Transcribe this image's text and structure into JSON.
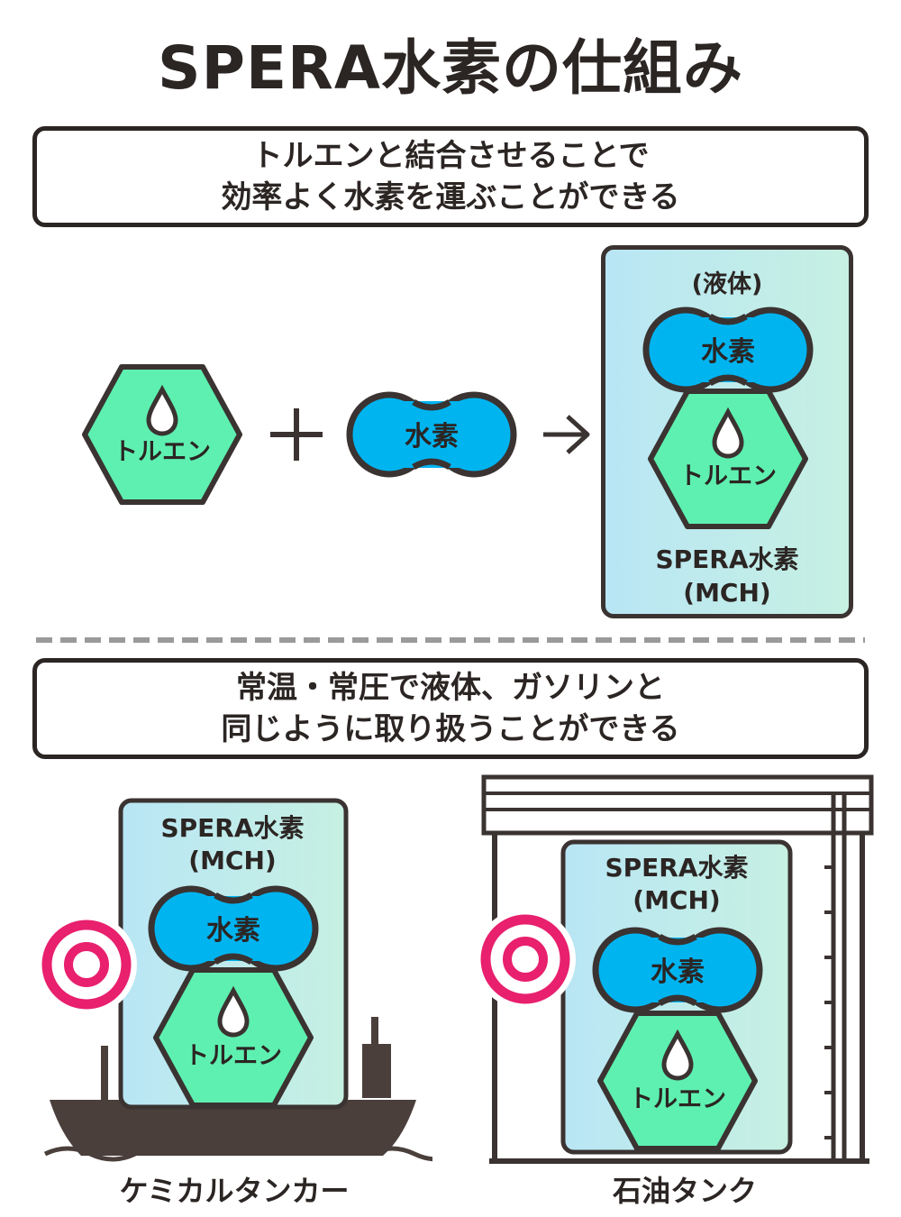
{
  "title": "SPERA水素の仕組み",
  "section1": {
    "heading_line1": "トルエンと結合させることで",
    "heading_line2": "効率よく水素を運ぶことができる",
    "toluene_label": "トルエン",
    "hydrogen_label": "水素",
    "liquid_label": "(液体)",
    "mch_name": "SPERA水素",
    "mch_abbr": "(MCH)"
  },
  "section2": {
    "heading_line1": "常温・常圧で液体、ガソリンと",
    "heading_line2": "同じように取り扱うことができる",
    "tanker_label": "ケミカルタンカー",
    "tank_label": "石油タンク",
    "mch_name": "SPERA水素",
    "mch_abbr": "(MCH)",
    "hydrogen_label": "水素",
    "toluene_label": "トルエン"
  },
  "colors": {
    "hydrogen": "#00b4f0",
    "toluene": "#5ef0b0",
    "outline": "#3a3331",
    "target": "#e8206e",
    "dashes": "#9a9a9a"
  },
  "icons": [
    "droplet-icon",
    "plus-icon",
    "arrow-right-icon",
    "target-icon",
    "ship-icon",
    "tank-icon"
  ]
}
